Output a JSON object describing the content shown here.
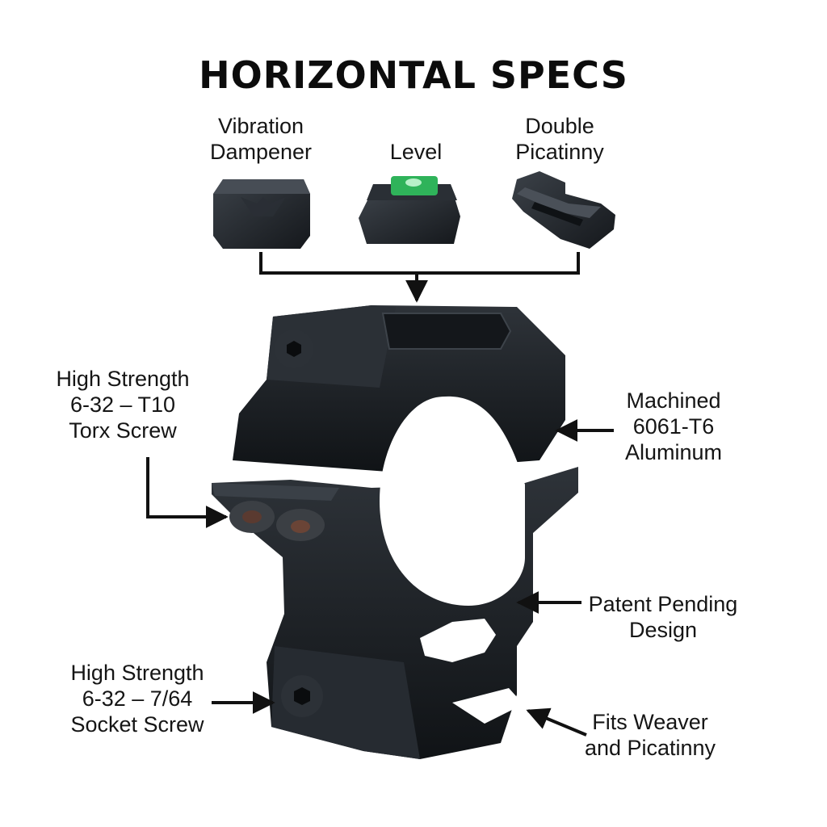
{
  "title": "HORIZONTAL SPECS",
  "accessories": {
    "vibration": {
      "line1": "Vibration",
      "line2": "Dampener"
    },
    "level": {
      "line1": "Level"
    },
    "picatinny": {
      "line1": "Double",
      "line2": "Picatinny"
    }
  },
  "callouts": {
    "torx": {
      "line1": "High Strength",
      "line2": "6-32 – T10",
      "line3": "Torx Screw"
    },
    "aluminum": {
      "line1": "Machined",
      "line2": "6061-T6",
      "line3": "Aluminum"
    },
    "patent": {
      "line1": "Patent Pending",
      "line2": "Design"
    },
    "socket": {
      "line1": "High Strength",
      "line2": "6-32 – 7/64",
      "line3": "Socket Screw"
    },
    "weaver": {
      "line1": "Fits Weaver",
      "line2": "and Picatinny"
    }
  },
  "colors": {
    "metal": "#1b1f24",
    "metal_light": "#3a4047",
    "bubble": "#2fb35a"
  }
}
